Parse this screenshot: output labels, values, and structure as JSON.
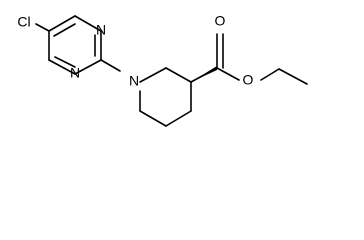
{
  "molecule": {
    "atom_labels": {
      "chlorine": "Cl",
      "pyrimidine_n_top": "N",
      "pyrimidine_n_bottom": "N",
      "piperidine_n": "N",
      "carbonyl_o": "O",
      "ester_o": "O"
    }
  },
  "colors": {
    "bond": "#000000",
    "label": "#000000",
    "background": "#ffffff"
  }
}
